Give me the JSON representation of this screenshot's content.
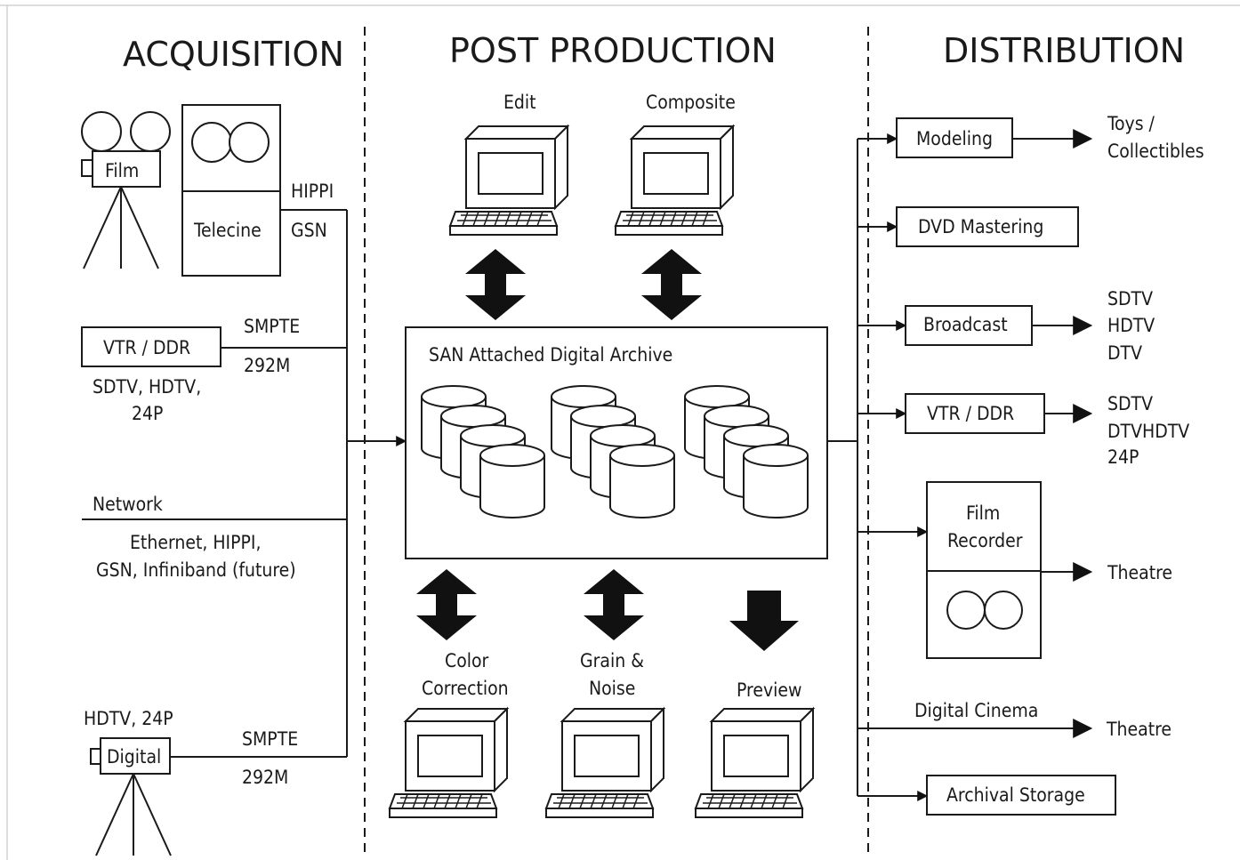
{
  "headers": {
    "acquisition": "ACQUISITION",
    "post_production": "POST PRODUCTION",
    "distribution": "DISTRIBUTION"
  },
  "acquisition": {
    "film_label": "Film",
    "telecine_label": "Telecine",
    "hippi_label": "HIPPI",
    "gsn_label": "GSN",
    "vtr_ddr_label": "VTR / DDR",
    "smpte_label_1": "SMPTE",
    "smpte_292m_1": "292M",
    "vtr_formats_line1": "SDTV, HDTV,",
    "vtr_formats_line2": "24P",
    "network_label": "Network",
    "network_types_line1": "Ethernet, HIPPI,",
    "network_types_line2": "GSN, Infiniband (future)",
    "digital_formats": "HDTV, 24P",
    "digital_label": "Digital",
    "smpte_label_2": "SMPTE",
    "smpte_292m_2": "292M"
  },
  "post_production": {
    "edit_label": "Edit",
    "composite_label": "Composite",
    "archive_title": "SAN Attached Digital Archive",
    "color_correction_line1": "Color",
    "color_correction_line2": "Correction",
    "grain_noise_line1": "Grain &",
    "grain_noise_line2": "Noise",
    "preview_label": "Preview"
  },
  "distribution": {
    "modeling_label": "Modeling",
    "toys_line1": "Toys /",
    "toys_line2": "Collectibles",
    "dvd_mastering_label": "DVD Mastering",
    "broadcast_label": "Broadcast",
    "broadcast_out_line1": "SDTV",
    "broadcast_out_line2": "HDTV",
    "broadcast_out_line3": "DTV",
    "vtr_ddr_label": "VTR / DDR",
    "vtr_out_line1": "SDTV",
    "vtr_out_line2": "DTVHDTV",
    "vtr_out_line3": "24P",
    "film_recorder_line1": "Film",
    "film_recorder_line2": "Recorder",
    "theatre_label_1": "Theatre",
    "digital_cinema_label": "Digital Cinema",
    "theatre_label_2": "Theatre",
    "archival_storage_label": "Archival Storage"
  }
}
